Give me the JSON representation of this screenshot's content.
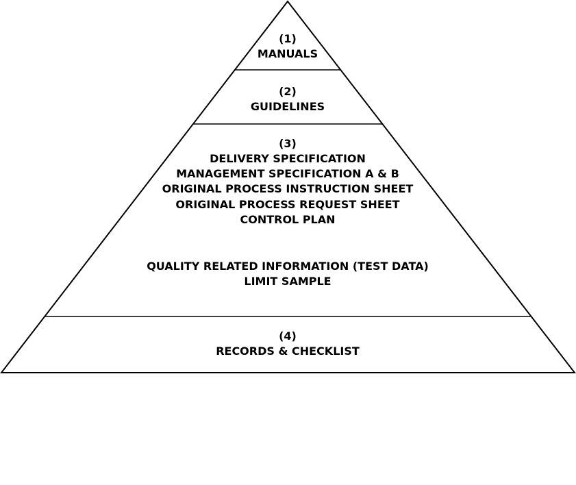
{
  "pyramid": {
    "tiers": [
      {
        "number": "(1)",
        "lines": [
          "MANUALS"
        ]
      },
      {
        "number": "(2)",
        "lines": [
          "GUIDELINES"
        ]
      },
      {
        "number": "(3)",
        "lines": [
          "DELIVERY SPECIFICATION",
          "MANAGEMENT SPECIFICATION A & B",
          "ORIGINAL PROCESS INSTRUCTION SHEET",
          "ORIGINAL PROCESS REQUEST SHEET",
          "CONTROL PLAN"
        ],
        "extra_lines": [
          "QUALITY RELATED INFORMATION (TEST DATA)",
          "LIMIT SAMPLE"
        ]
      },
      {
        "number": "(4)",
        "lines": [
          "RECORDS & CHECKLIST"
        ]
      }
    ]
  }
}
